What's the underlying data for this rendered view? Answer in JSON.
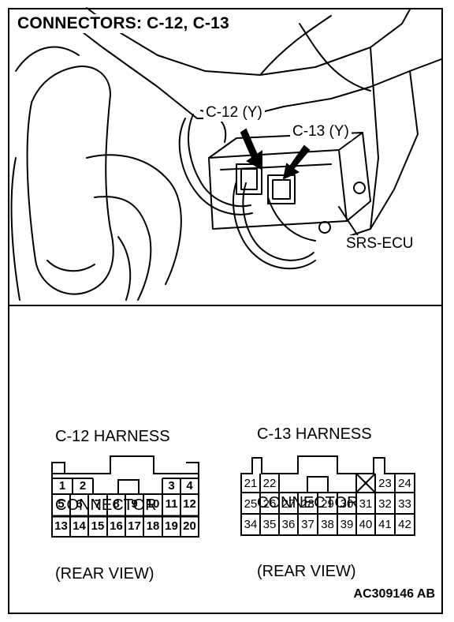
{
  "title": "CONNECTORS: C-12, C-13",
  "callouts": {
    "c12": "C-12 (Y)",
    "c13": "C-13 (Y)",
    "ecu": "SRS-ECU"
  },
  "c12_header": [
    "C-12 HARNESS",
    "CONNECTOR",
    "(REAR VIEW)"
  ],
  "c13_header": [
    "C-13 HARNESS",
    "CONNECTOR",
    "(REAR VIEW)"
  ],
  "c12_pins": {
    "row1": [
      "1",
      "2",
      "3",
      "4"
    ],
    "row2": [
      "5",
      "6",
      "7",
      "8",
      "9",
      "10",
      "11",
      "12"
    ],
    "row3": [
      "13",
      "14",
      "15",
      "16",
      "17",
      "18",
      "19",
      "20"
    ]
  },
  "c13_pins": {
    "row1": [
      "21",
      "22",
      "23",
      "24"
    ],
    "row2": [
      "25",
      "26",
      "27",
      "28",
      "29",
      "30",
      "31",
      "32",
      "33"
    ],
    "row3": [
      "34",
      "35",
      "36",
      "37",
      "38",
      "39",
      "40",
      "41",
      "42"
    ]
  },
  "footer": "AC309146 AB"
}
